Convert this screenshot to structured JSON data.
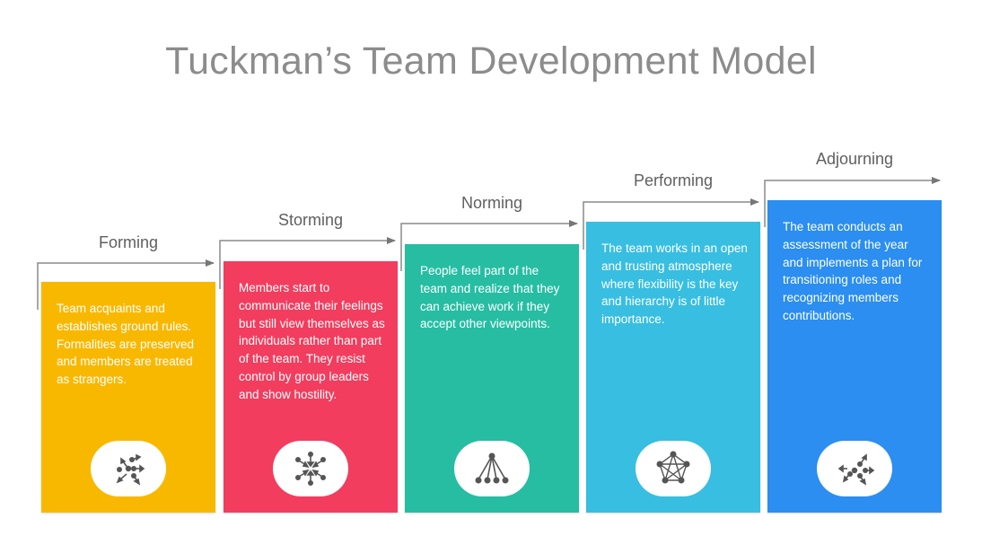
{
  "title": "Tuckman’s Team Development Model",
  "stages": [
    {
      "name": "Forming",
      "description": "Team acquaints and establishes ground rules. Formalities are preserved and members are treated as strangers.",
      "color": "#f9b800",
      "icon": "scatter-arrows-icon"
    },
    {
      "name": "Storming",
      "description": "Members start to communicate their feelings but still view themselves as individuals rather than part of the team. They resist control by group leaders and show hostility.",
      "color": "#f23d5e",
      "icon": "converging-arrows-icon"
    },
    {
      "name": "Norming",
      "description": "People feel part of the team and realize that they can achieve work if they accept other viewpoints.",
      "color": "#26bda3",
      "icon": "hierarchy-icon"
    },
    {
      "name": "Performing",
      "description": "The team works in an open and trusting atmosphere where flexibility is the key and hierarchy is of little importance.",
      "color": "#38bee0",
      "icon": "network-icon"
    },
    {
      "name": "Adjourning",
      "description": "The team conducts an assessment of the year and implements a plan for transitioning roles and recognizing members contributions.",
      "color": "#2b8ef0",
      "icon": "dispersing-arrows-icon"
    }
  ]
}
